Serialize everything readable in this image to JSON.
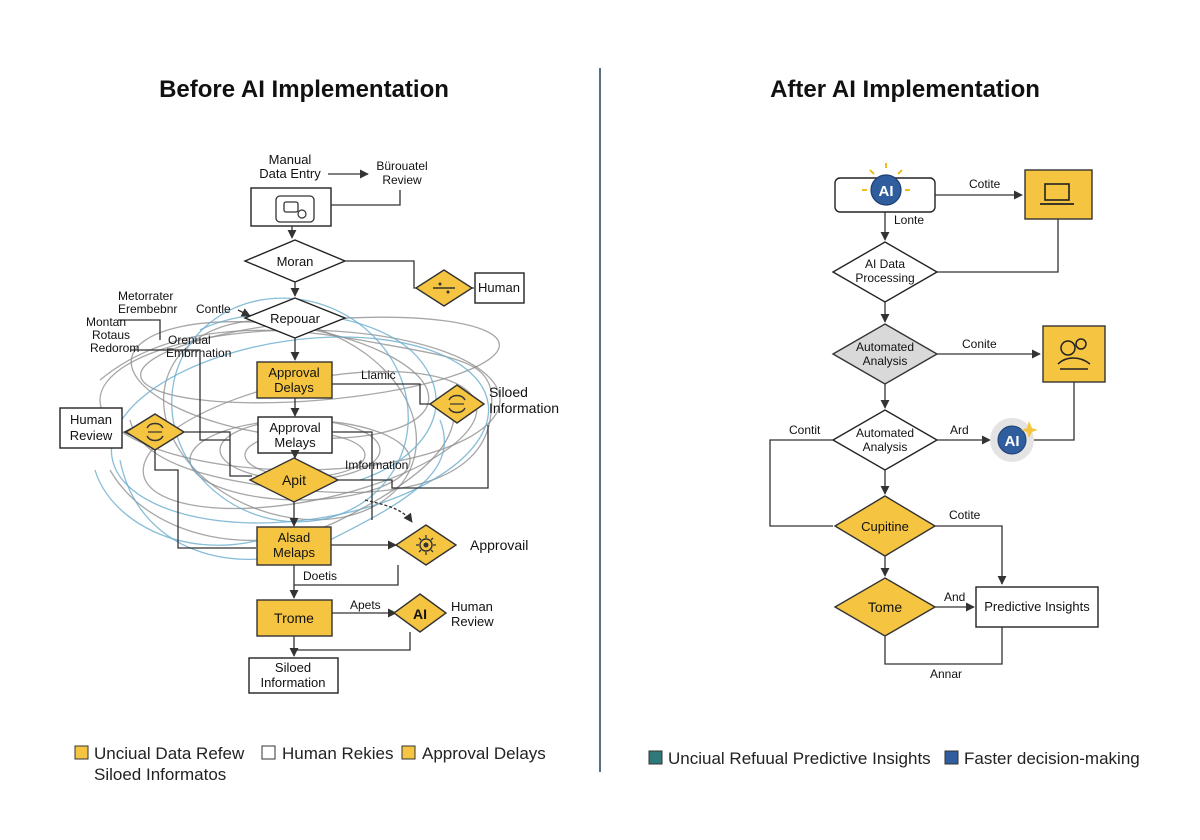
{
  "left_panel": {
    "title": "Before AI Implementation",
    "nodes": {
      "manual_data_entry": [
        "Manual",
        "Data Entry"
      ],
      "buroual_review": [
        "Bürouatel",
        "Review"
      ],
      "moran": "Moran",
      "human_top": "Human",
      "metorater": [
        "Metorrater",
        "Erembebnr"
      ],
      "montan": [
        "Montan",
        "Rotaus",
        "Redorom"
      ],
      "contle": "Contle",
      "orenual": [
        "Orenual",
        "Embrrnation"
      ],
      "repouar": "Repouar",
      "approval_delays": [
        "Approval",
        "Delays"
      ],
      "clamic": "Llamic",
      "siloed_info_right": [
        "Siloed",
        "Information"
      ],
      "human_review_left": [
        "Human",
        "Review"
      ],
      "approval_melays": [
        "Approval",
        "Melays"
      ],
      "apit": "Apit",
      "information": "Imformation",
      "alsad_melaps": [
        "Alsad",
        "Melaps"
      ],
      "approval_right": "Approvail",
      "doetis": "Doetis",
      "trome": "Trome",
      "apets": "Apets",
      "ai_badge": "AI",
      "human_review_bottom": [
        "Human",
        "Review"
      ],
      "siloed_info_bottom": [
        "Siloed",
        "Information"
      ]
    },
    "legend": [
      {
        "color": "#f5c542",
        "label": "Unciual Data Refew",
        "sub": "Siloed Informatos"
      },
      {
        "color": "#ffffff",
        "label": "Human Rekies"
      },
      {
        "color": "#f5c542",
        "label": "Approval Delays"
      }
    ]
  },
  "right_panel": {
    "title": "After AI Implementation",
    "nodes": {
      "ai_top": "AI",
      "lonte": "Lonte",
      "cotite_top": "Cotite",
      "ai_data_processing": [
        "AI Data",
        "Processing"
      ],
      "automated_analysis_1": [
        "Automated",
        "Analysis"
      ],
      "conite": "Conite",
      "contit": "Contit",
      "automated_analysis_2": [
        "Automated",
        "Analysis"
      ],
      "ard": "Ard",
      "ai_mid": "AI",
      "cupitine": "Cupitine",
      "cotite_mid": "Cotite",
      "tome": "Tome",
      "and": "And",
      "predictive_insights": "Predictive Insights",
      "annar": "Annar"
    },
    "legend": [
      {
        "color": "#2e7a7a",
        "label": "Unciual Refuual Predictive Insights"
      },
      {
        "color": "#2f5d9e",
        "label": "Faster decision-making"
      }
    ]
  },
  "icons": [
    "chat-icon",
    "dots-icon",
    "laptop-icon",
    "gear-icon",
    "ai-sun-icon"
  ]
}
